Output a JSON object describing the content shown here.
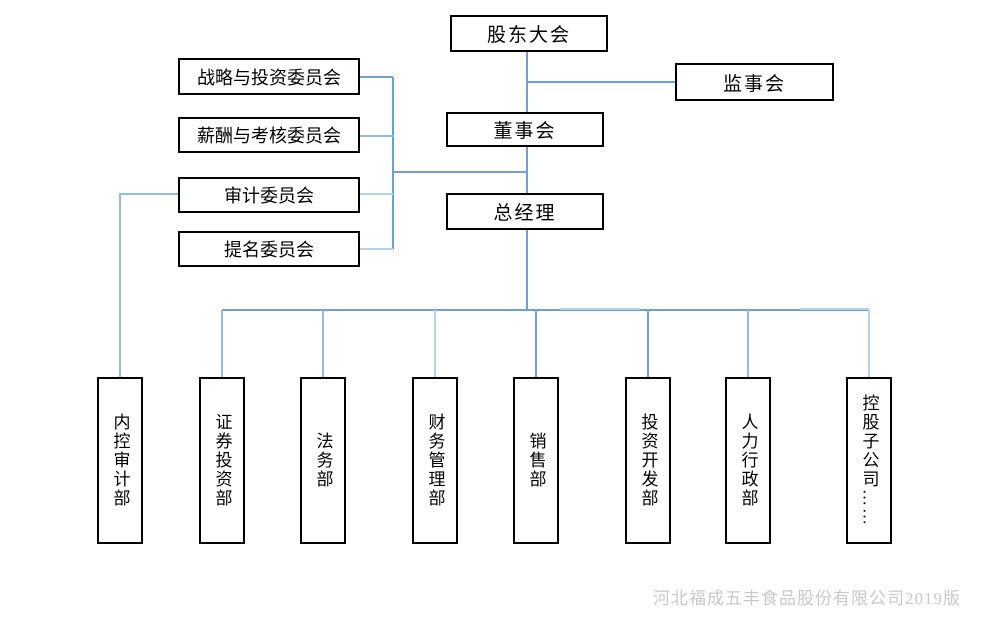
{
  "nodes": {
    "shareholders_meeting": "股东大会",
    "supervisory_board": "监事会",
    "board_of_directors": "董事会",
    "general_manager": "总经理",
    "strategy_investment_committee": "战略与投资委员会",
    "compensation_appraisal_committee": "薪酬与考核委员会",
    "audit_committee": "审计委员会",
    "nomination_committee": "提名委员会"
  },
  "departments": [
    "内控审计部",
    "证券投资部",
    "法务部",
    "财务管理部",
    "销售部",
    "投资开发部",
    "人力行政部",
    "控股子公司……"
  ],
  "watermark": "河北福成五丰食品股份有限公司2019版",
  "colors": {
    "connector": "#6fa0d4",
    "connector_light": "#b5d2ec",
    "box_border": "#000000",
    "text": "#000000",
    "watermark": "#c9c9c9",
    "background": "#ffffff"
  }
}
